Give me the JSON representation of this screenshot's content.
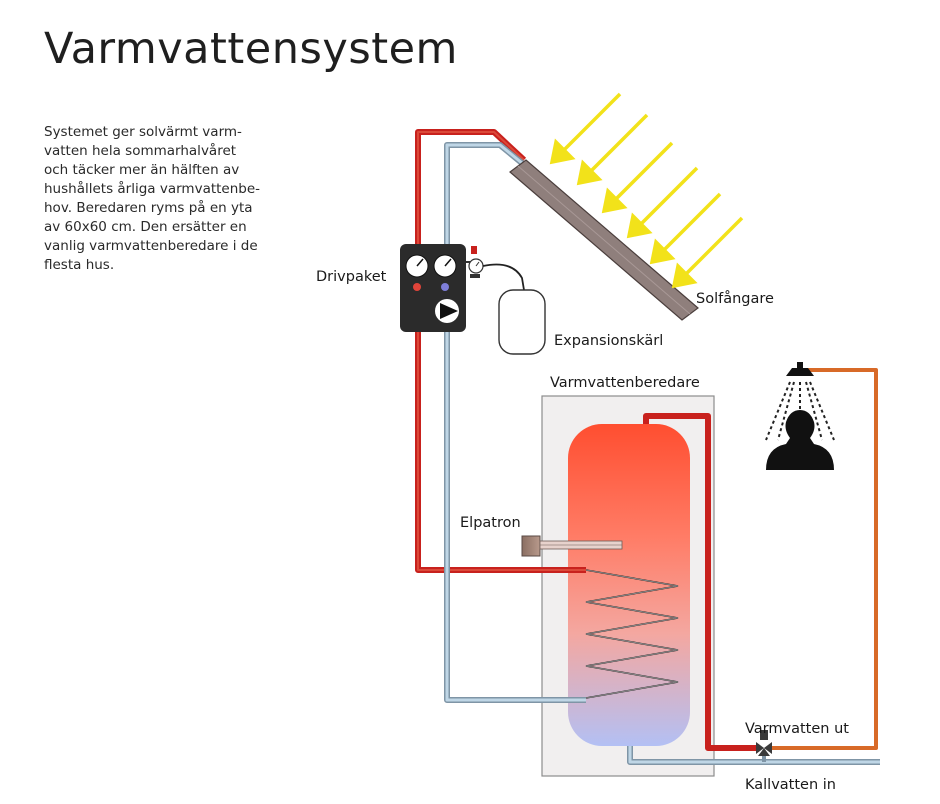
{
  "title": "Varmvattensystem",
  "intro": "Systemet ger solvärmt varm-\nvatten hela sommarhalvåret\noch täcker mer än hälften av\nhushållets årliga varmvattenbe-\nhov. Beredaren ryms på en yta\nav 60x60 cm. Den ersätter en\nvanlig varmvattenberedare i de\nflesta hus.",
  "labels": {
    "drivpaket": "Drivpaket",
    "solfangare": "Solfångare",
    "expansionskarl": "Expansionskärl",
    "varmvattenberedare": "Varmvattenberedare",
    "elpatron": "Elpatron",
    "varmvatten_ut": "Varmvatten ut",
    "kallvatten_in": "Kallvatten in"
  },
  "colors": {
    "hot_pipe": "#c8211d",
    "cold_pipe": "#a9c7dc",
    "sun_rays": "#f2e21a",
    "collector": "#8f7f7c",
    "tank_top": "#ff5a3c",
    "tank_bottom": "#b8c2f2"
  },
  "icons": [
    "sun-ray-arrow-icon",
    "pressure-gauge-icon",
    "pump-icon",
    "shower-person-icon",
    "mixing-valve-icon"
  ]
}
